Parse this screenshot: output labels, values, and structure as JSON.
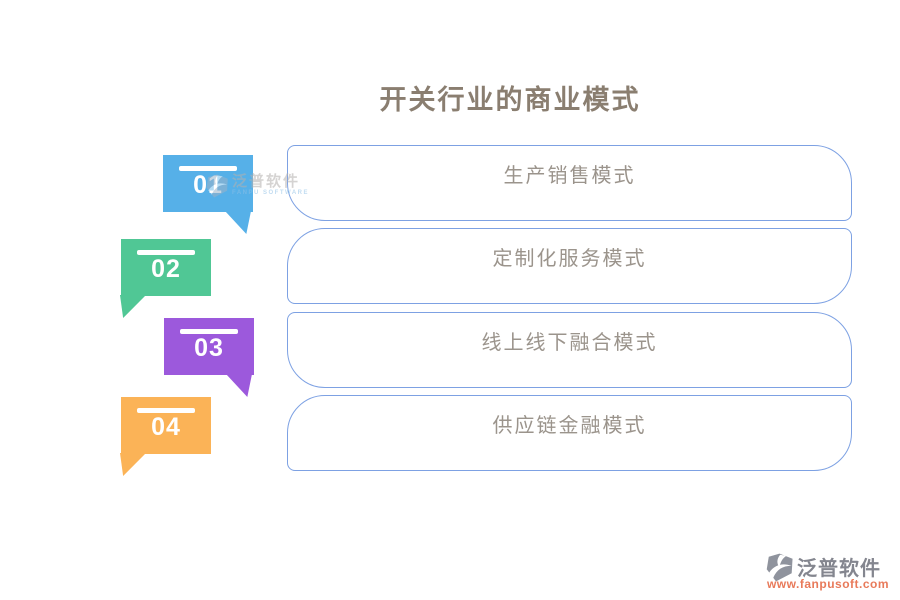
{
  "title": "开关行业的商业模式",
  "items": [
    {
      "number": "01",
      "label": "生产销售模式",
      "color": "#56b0e8"
    },
    {
      "number": "02",
      "label": "定制化服务模式",
      "color": "#50c795"
    },
    {
      "number": "03",
      "label": "线上线下融合模式",
      "color": "#9c59dc"
    },
    {
      "number": "04",
      "label": "供应链金融模式",
      "color": "#fbb357"
    }
  ],
  "box_border_color": "#7da1e3",
  "watermark": {
    "brand": "泛普软件",
    "subtext": "FANPU SOFTWARE"
  },
  "footer": {
    "brand": "泛普软件",
    "url": "www.fanpusoft.com"
  }
}
